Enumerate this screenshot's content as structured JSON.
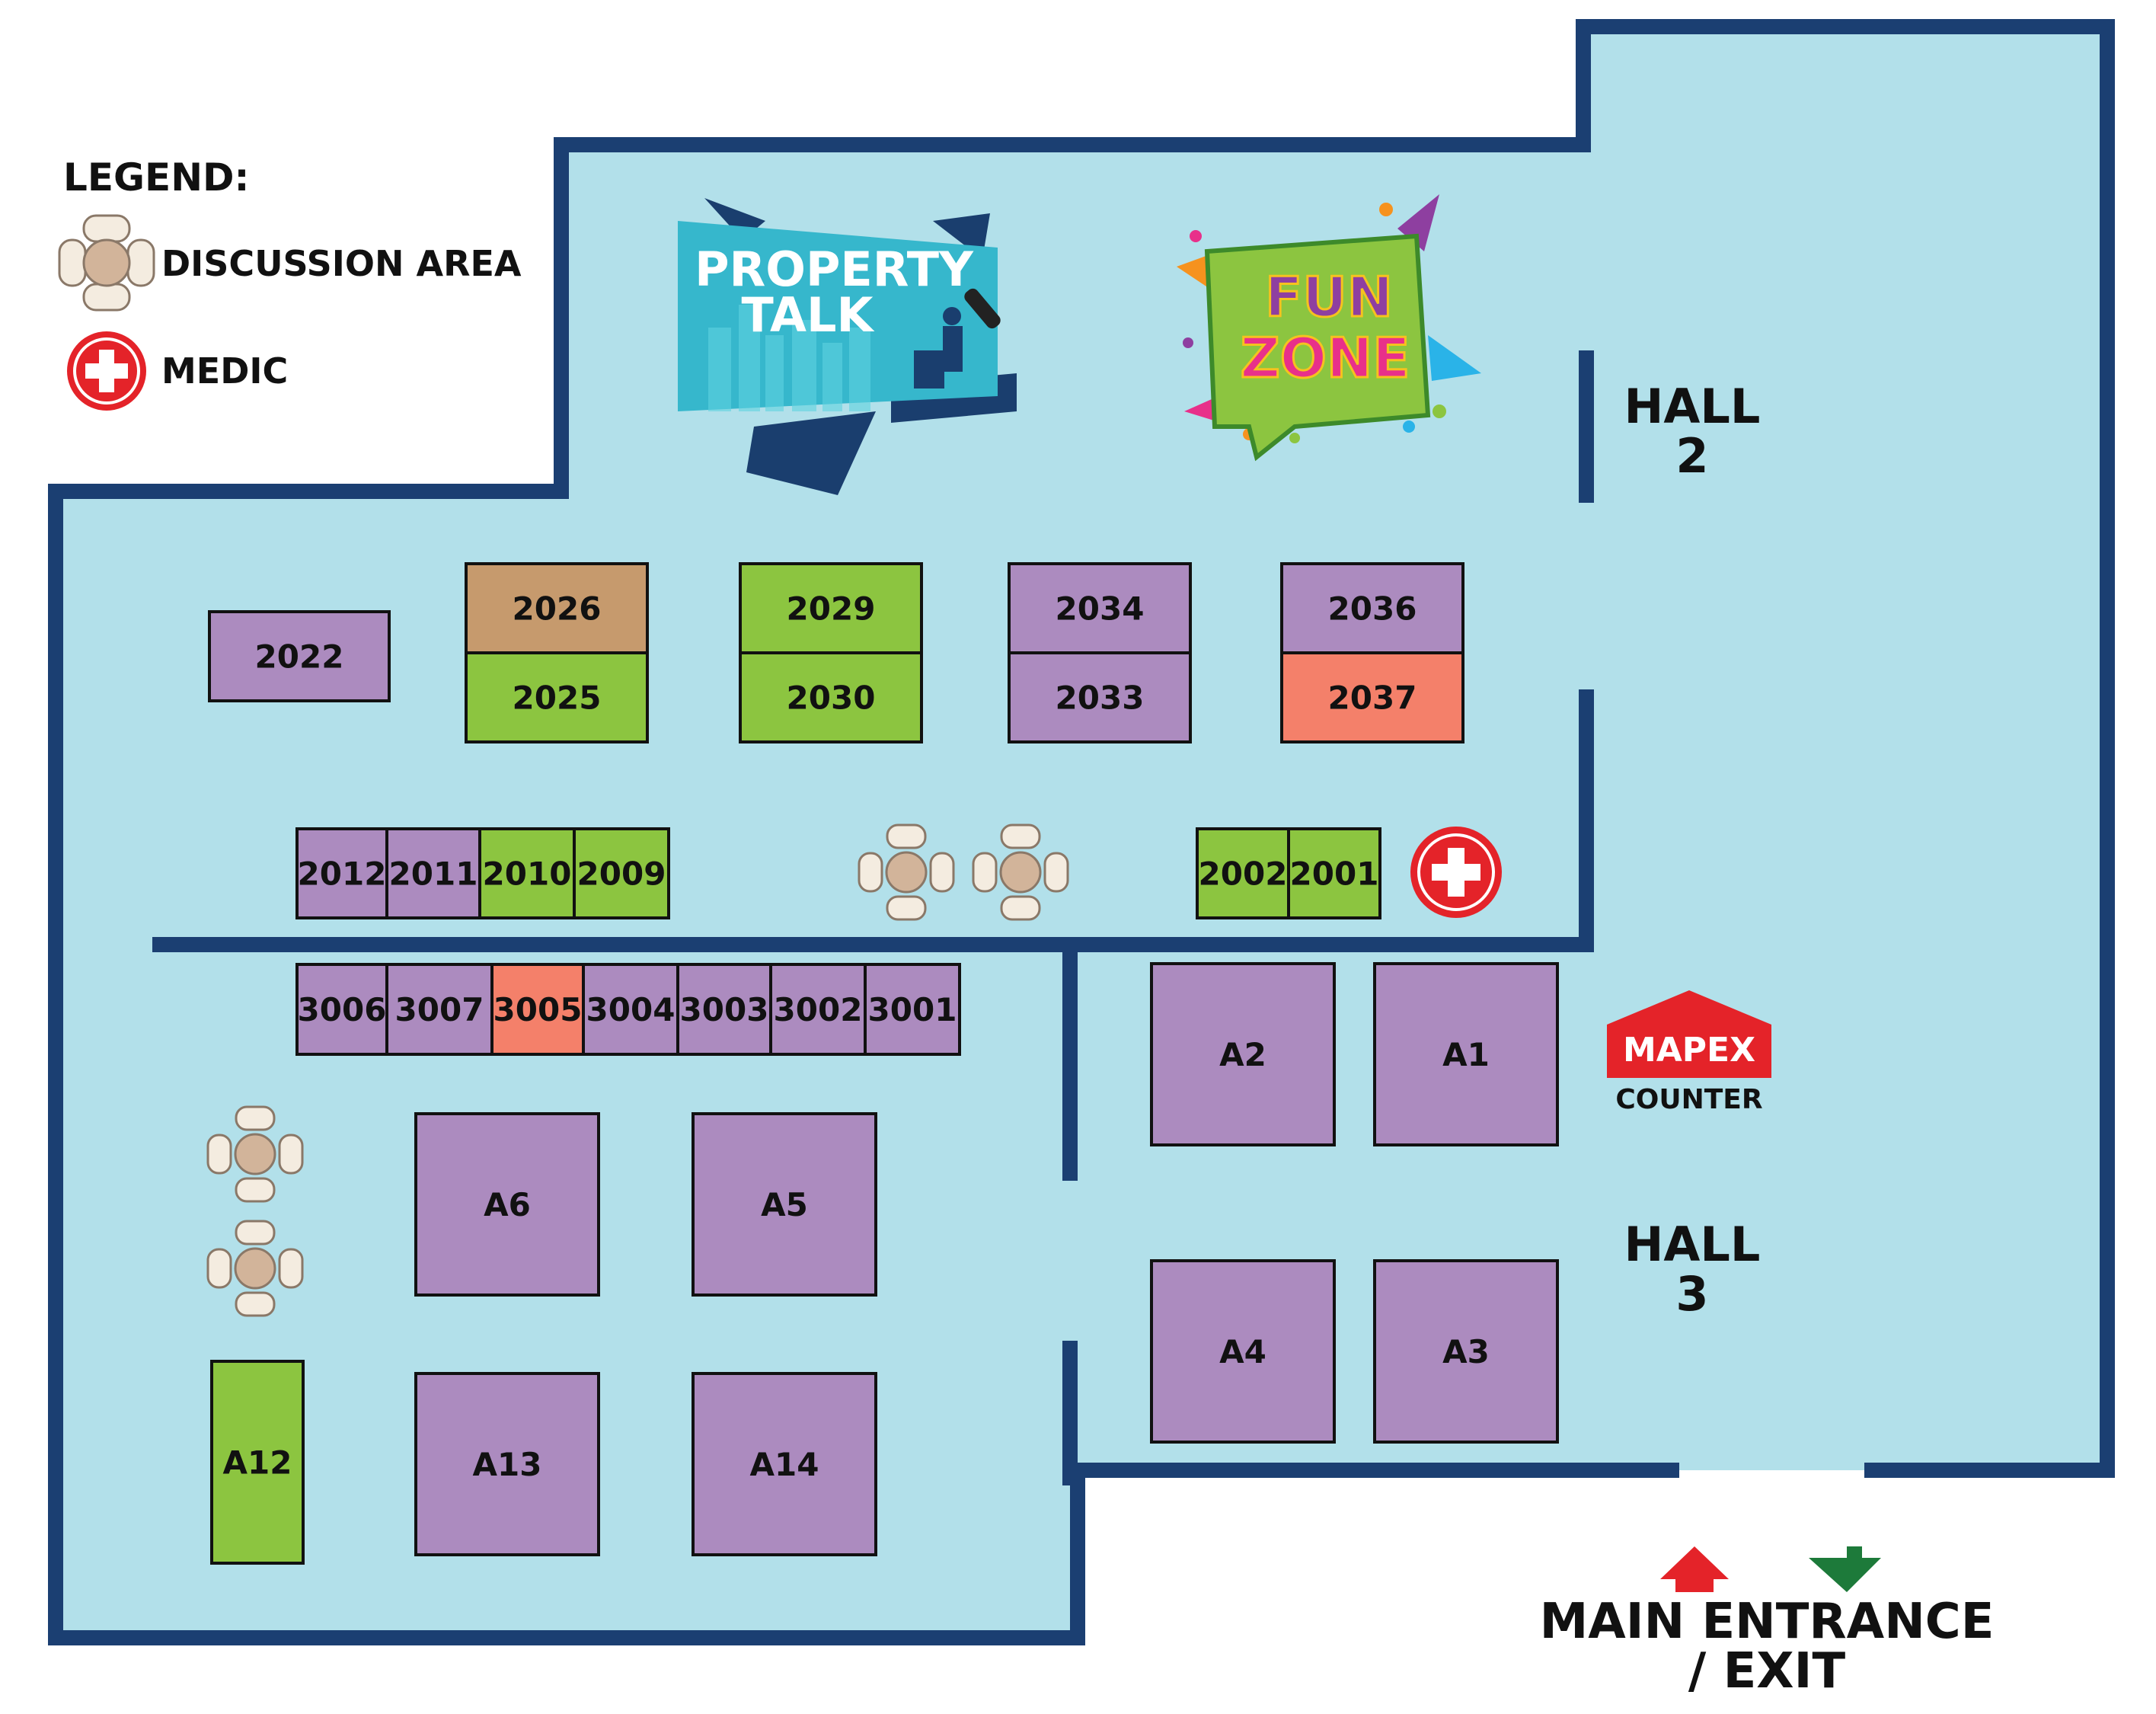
{
  "legend": {
    "title": "LEGEND:",
    "discussion_label": "DISCUSSION AREA",
    "medic_label": "MEDIC"
  },
  "features": {
    "property_talk": {
      "line1": "PROPERTY",
      "line2": "TALK"
    },
    "fun_zone": {
      "line1": "FUN",
      "line2": "ZONE"
    },
    "mapex": {
      "brand": "MAPEX",
      "label": "COUNTER"
    }
  },
  "halls": {
    "hall2": {
      "line1": "HALL",
      "line2": "2"
    },
    "hall3": {
      "line1": "HALL",
      "line2": "3"
    }
  },
  "entrance": {
    "line1": "MAIN ENTRANCE",
    "line2": "/ EXIT"
  },
  "colors": {
    "floor": "#b2e0ea",
    "wall": "#1b3f72",
    "purple": "#ac8bbf",
    "green": "#8cc540",
    "tan": "#c69a6d",
    "coral": "#f4806a",
    "medic_red": "#e42329",
    "arrow_up": "#e42329",
    "arrow_down": "#1d7a3a"
  },
  "booths": [
    {
      "id": "2022",
      "color": "purple"
    },
    {
      "id": "2026",
      "color": "tan"
    },
    {
      "id": "2025",
      "color": "green"
    },
    {
      "id": "2029",
      "color": "green"
    },
    {
      "id": "2030",
      "color": "green"
    },
    {
      "id": "2034",
      "color": "purple"
    },
    {
      "id": "2033",
      "color": "purple"
    },
    {
      "id": "2036",
      "color": "purple"
    },
    {
      "id": "2037",
      "color": "coral"
    },
    {
      "id": "2012",
      "color": "purple"
    },
    {
      "id": "2011",
      "color": "purple"
    },
    {
      "id": "2010",
      "color": "green"
    },
    {
      "id": "2009",
      "color": "green"
    },
    {
      "id": "2002",
      "color": "green"
    },
    {
      "id": "2001",
      "color": "green"
    },
    {
      "id": "3006",
      "color": "purple"
    },
    {
      "id": "3007",
      "color": "purple"
    },
    {
      "id": "3005",
      "color": "coral"
    },
    {
      "id": "3004",
      "color": "purple"
    },
    {
      "id": "3003",
      "color": "purple"
    },
    {
      "id": "3002",
      "color": "purple"
    },
    {
      "id": "3001",
      "color": "purple"
    },
    {
      "id": "A2",
      "color": "purple"
    },
    {
      "id": "A1",
      "color": "purple"
    },
    {
      "id": "A4",
      "color": "purple"
    },
    {
      "id": "A3",
      "color": "purple"
    },
    {
      "id": "A6",
      "color": "purple"
    },
    {
      "id": "A5",
      "color": "purple"
    },
    {
      "id": "A13",
      "color": "purple"
    },
    {
      "id": "A14",
      "color": "purple"
    },
    {
      "id": "A12",
      "color": "green"
    }
  ]
}
